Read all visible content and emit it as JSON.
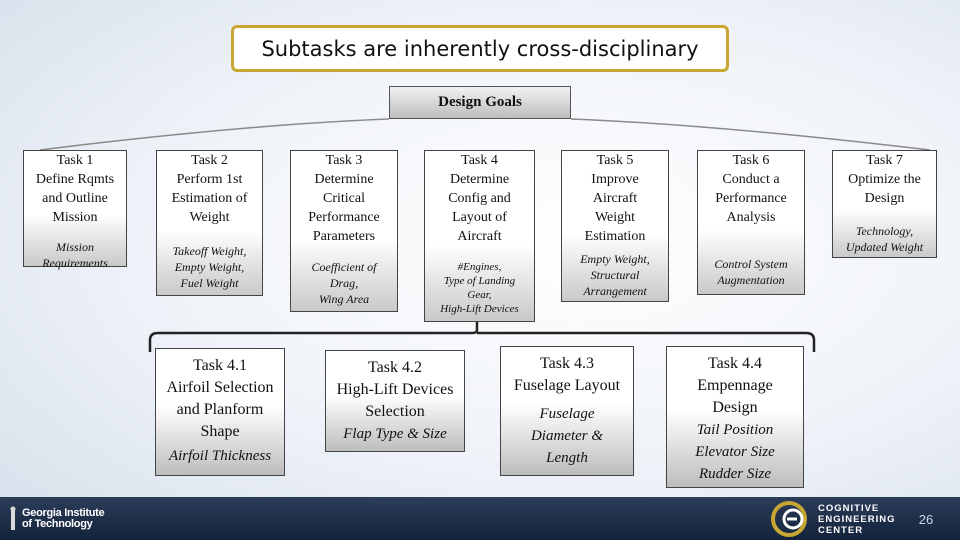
{
  "title": "Subtasks are inherently cross-disciplinary",
  "design_goals": "Design Goals",
  "tasks": [
    {
      "title": "Task 1",
      "desc": [
        "Define Rqmts",
        "and Outline",
        "Mission"
      ],
      "output": [
        "Mission",
        "Requirements"
      ]
    },
    {
      "title": "Task 2",
      "desc": [
        "Perform 1st",
        "Estimation of",
        "Weight"
      ],
      "output": [
        "Takeoff Weight,",
        "Empty Weight,",
        "Fuel Weight"
      ]
    },
    {
      "title": "Task 3",
      "desc": [
        "Determine",
        "Critical",
        "Performance",
        "Parameters"
      ],
      "output": [
        "Coefficient of",
        "Drag,",
        "Wing Area"
      ]
    },
    {
      "title": "Task 4",
      "desc": [
        "Determine",
        "Config and",
        "Layout of",
        "Aircraft"
      ],
      "output": [
        "#Engines,",
        "Type of Landing",
        "Gear,",
        "High-Lift Devices"
      ]
    },
    {
      "title": "Task 5",
      "desc": [
        "Improve",
        "Aircraft",
        "Weight",
        "Estimation"
      ],
      "output": [
        "Empty Weight,",
        "Structural",
        "Arrangement"
      ]
    },
    {
      "title": "Task 6",
      "desc": [
        "Conduct a",
        "Performance",
        "Analysis"
      ],
      "output": [
        "Control System",
        "Augmentation"
      ]
    },
    {
      "title": "Task 7",
      "desc": [
        "Optimize the",
        "Design"
      ],
      "output": [
        "Technology,",
        "Updated Weight"
      ]
    }
  ],
  "subtasks": [
    {
      "title": [
        "Task 4.1",
        "Airfoil Selection",
        "and Planform",
        "Shape"
      ],
      "output": [
        "Airfoil Thickness"
      ]
    },
    {
      "title": [
        "Task 4.2",
        "High-Lift Devices",
        "Selection"
      ],
      "output": [
        "Flap Type & Size"
      ]
    },
    {
      "title": [
        "Task 4.3",
        "Fuselage Layout"
      ],
      "output": [
        "Fuselage",
        "Diameter &",
        "Length"
      ]
    },
    {
      "title": [
        "Task 4.4",
        "Empennage",
        "Design"
      ],
      "output": [
        "Tail Position",
        "Elevator Size",
        "Rudder Size"
      ]
    }
  ],
  "footer": {
    "gt_logo": [
      "Georgia Institute",
      "of Technology"
    ],
    "cec_logo": [
      "COGNITIVE",
      "ENGINEERING",
      "CENTER"
    ],
    "page_number": "26"
  },
  "colors": {
    "title_border": "#c8a634",
    "footer": "#1d2c46"
  }
}
